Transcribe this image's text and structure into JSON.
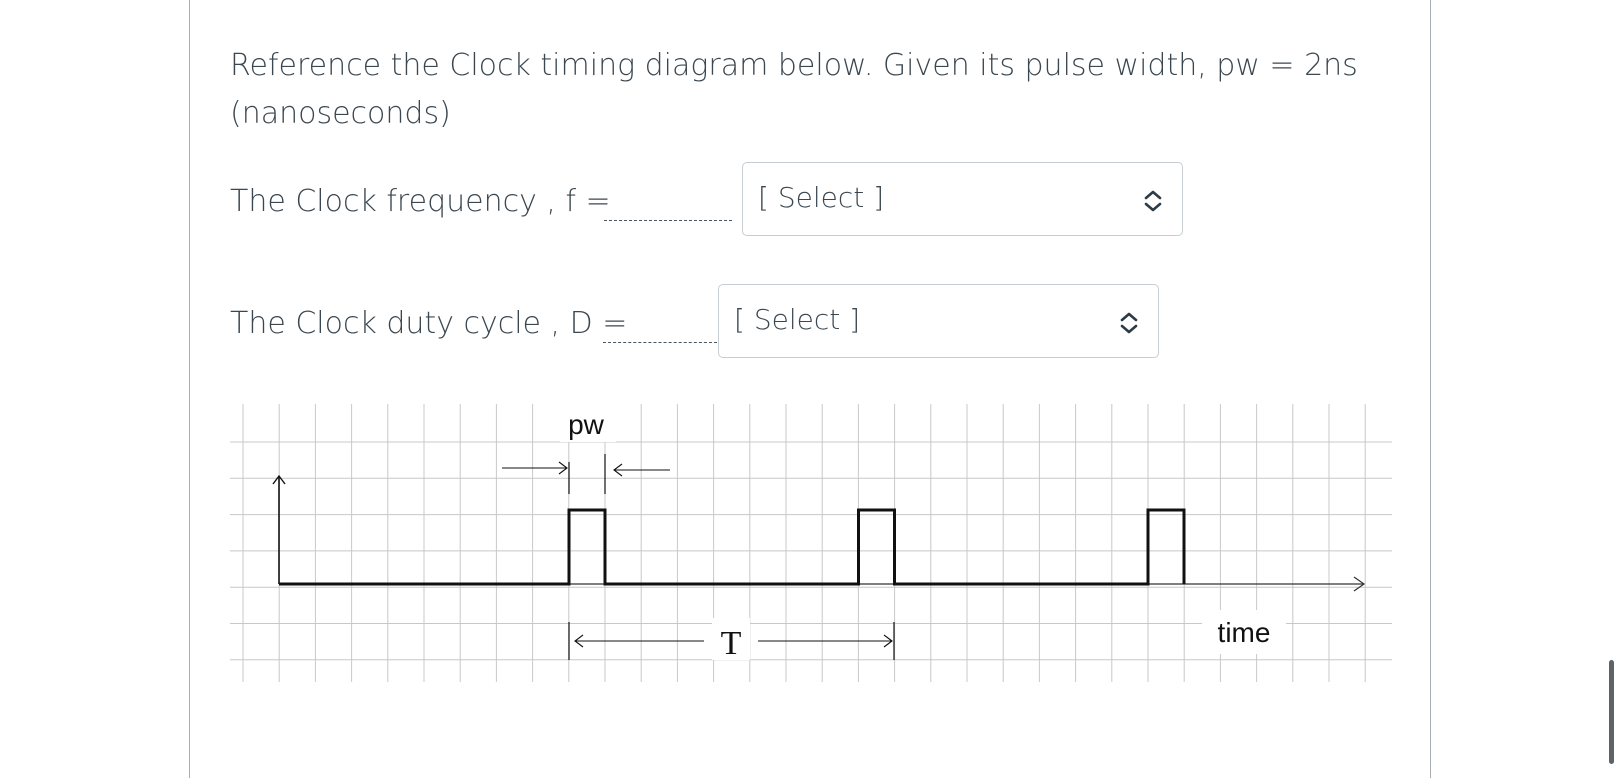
{
  "question": {
    "prompt": "Reference the Clock timing diagram below.   Given its pulse width,  pw = 2ns (nanoseconds)"
  },
  "frequency_row": {
    "label": "The Clock frequency , f =",
    "select": {
      "value": "[ Select ]",
      "icon": "chevron-up-down-icon"
    }
  },
  "duty_row": {
    "label": "The Clock duty cycle , D =",
    "select": {
      "value": "[ Select ]",
      "icon": "chevron-up-down-icon"
    }
  },
  "diagram": {
    "pw_label": "pw",
    "period_label": "T",
    "time_label": "time",
    "pulses": [
      0,
      1,
      2
    ],
    "grid_columns": 32,
    "grid_rows": 7
  },
  "colors": {
    "text": "#3b4750",
    "border": "#c7cdd1",
    "grid": "#c8c8c8",
    "signal": "#111111"
  }
}
